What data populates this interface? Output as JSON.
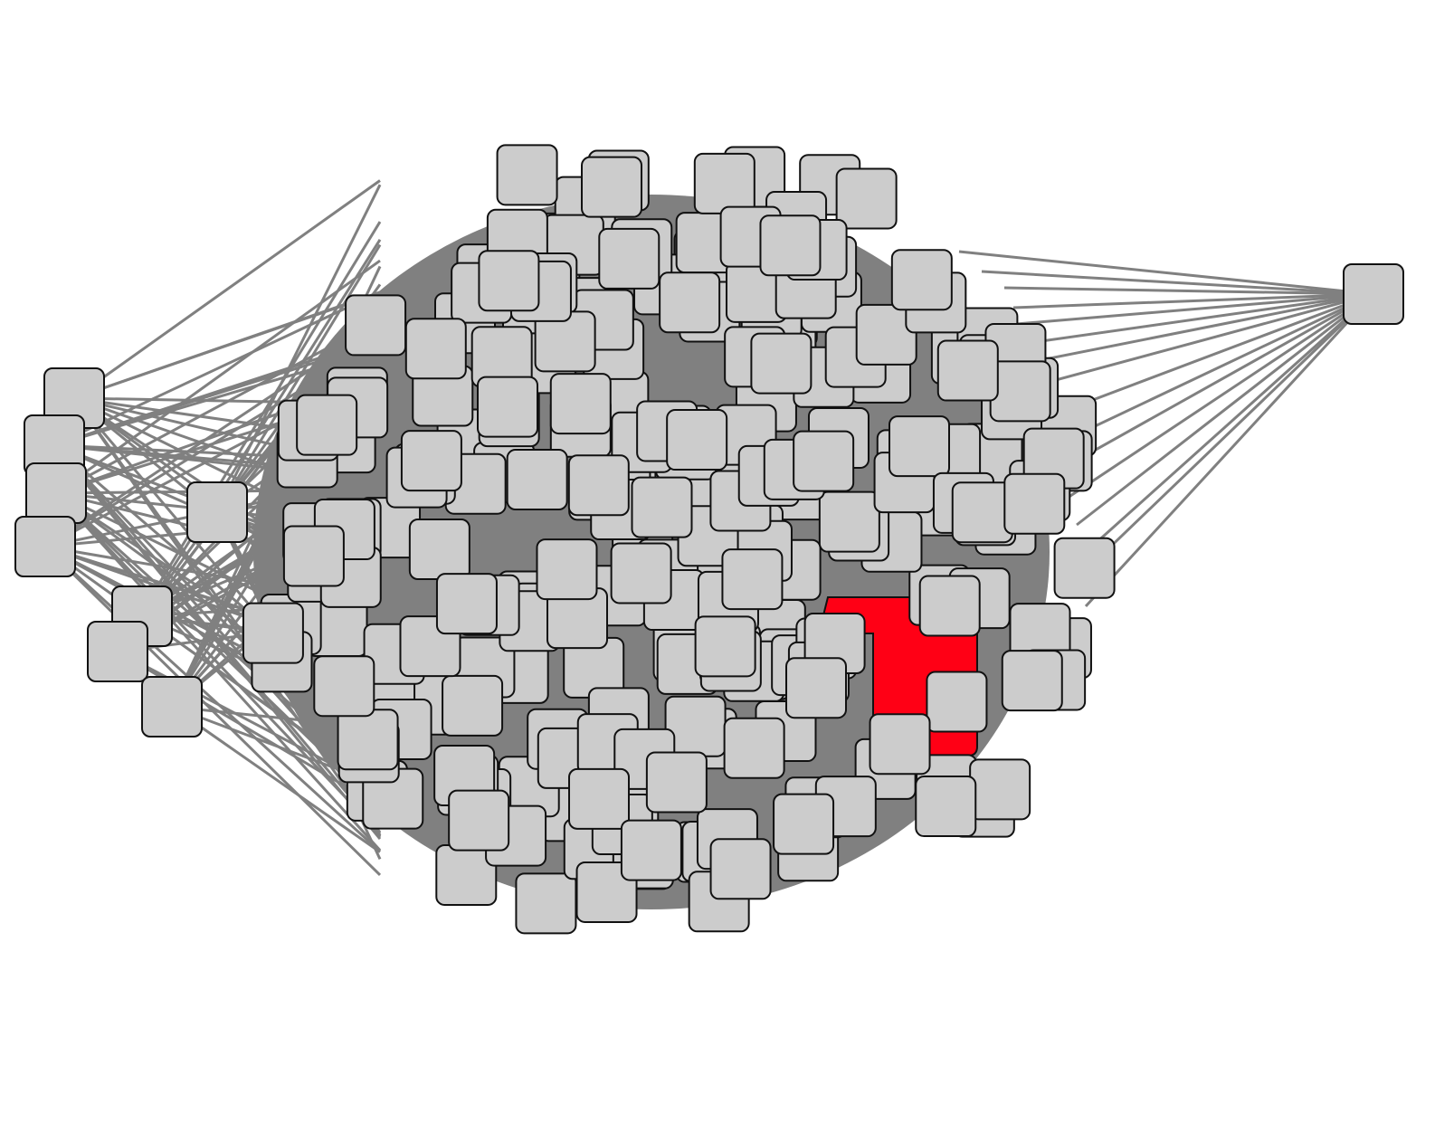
{
  "diagram": {
    "type": "network-graph",
    "colors": {
      "background": "#ffffff",
      "edge": "#808080",
      "node_fill": "#cccccc",
      "node_stroke": "#111111",
      "highlight_fill": "#ff0015"
    },
    "node_count": 240,
    "highlighted_group_count": 4,
    "outlier_hub_count": 1,
    "left_cluster_count": 8
  }
}
